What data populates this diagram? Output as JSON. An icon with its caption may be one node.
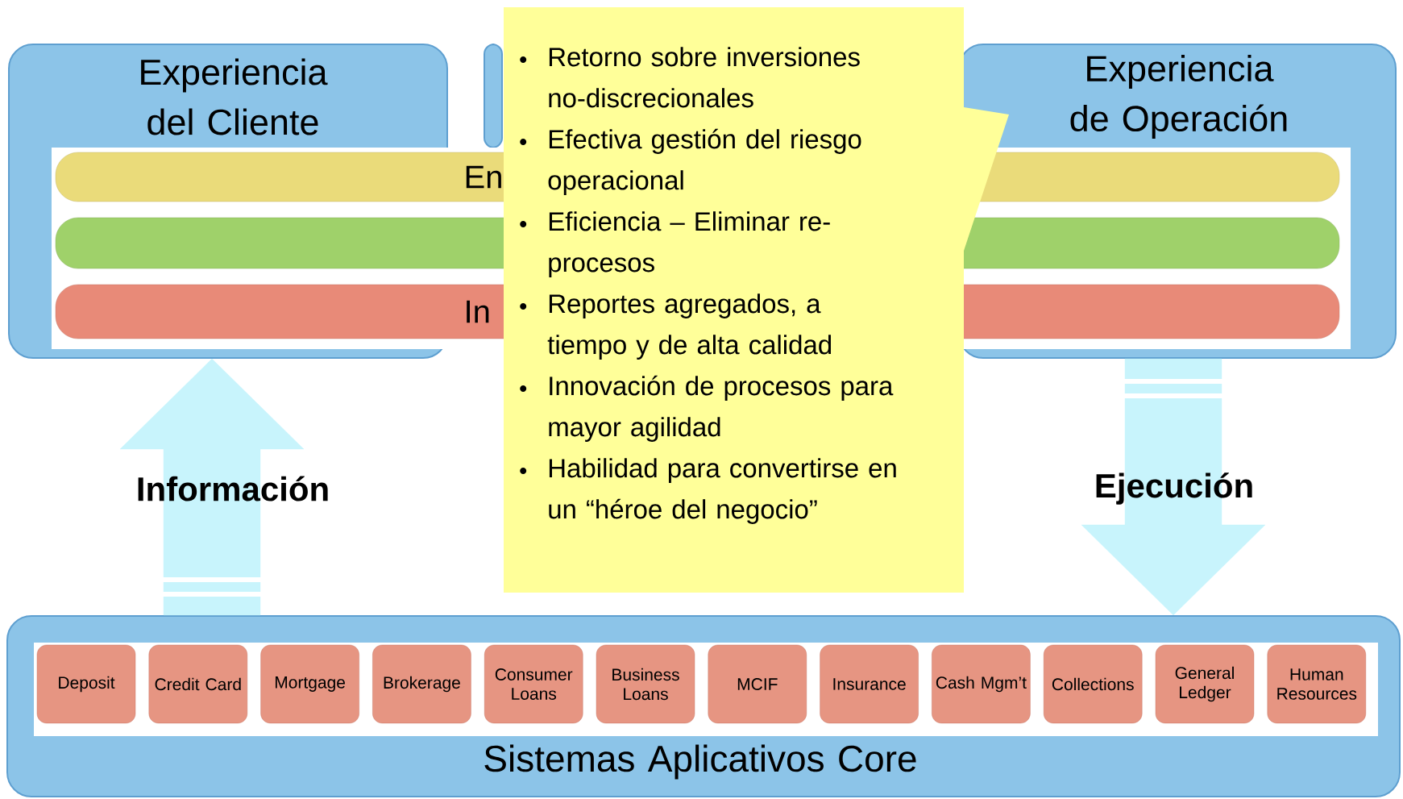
{
  "diagram": {
    "nodes": [
      {
        "text": [
          "Experiencia del Cliente"
        ]
      },
      {
        "text": [],
        "shape": "box"
      },
      {
        "text": [
          "Experiencia de Operación"
        ]
      },
      {
        "text": [
          "En"
        ]
      },
      {
        "text": [],
        "shape": "bar"
      },
      {
        "text": [
          "In"
        ]
      },
      {
        "text": [
          "Retorno sobre inversiones no-discrecionales",
          "Efectiva gestión del riesgo operacional",
          "Eficiencia – Eliminar re-procesos",
          "Reportes agregados, a tiempo y de alta calidad",
          "Innovación de procesos para mayor agilidad",
          "Habilidad para convertirse en un “héroe del negocio”"
        ]
      },
      {
        "text": [
          "Sistemas Aplicativos Core"
        ]
      },
      {
        "text": [
          "Deposit"
        ],
        "in": 7
      },
      {
        "text": [
          "Credit Card"
        ],
        "in": 7
      },
      {
        "text": [
          "Mortgage"
        ],
        "in": 7
      },
      {
        "text": [
          "Brokerage"
        ],
        "in": 7
      },
      {
        "text": [
          "Consumer Loans"
        ],
        "in": 7
      },
      {
        "text": [
          "Business Loans"
        ],
        "in": 7
      },
      {
        "text": [
          "MCIF"
        ],
        "in": 7
      },
      {
        "text": [
          "Insurance"
        ],
        "in": 7
      },
      {
        "text": [
          "Cash Mgm’t"
        ],
        "in": 7
      },
      {
        "text": [
          "Collections"
        ],
        "in": 7
      },
      {
        "text": [
          "General Ledger"
        ],
        "in": 7
      },
      {
        "text": [
          "Human Resources"
        ],
        "in": 7
      },
      {
        "text": [],
        "shape": "bar",
        "in": 2
      },
      {
        "text": [],
        "shape": "bar",
        "in": 2
      },
      {
        "text": [],
        "shape": "bar",
        "in": 2
      }
    ],
    "edges": [
      {
        "from": 7,
        "to": 0,
        "arrow": "to",
        "label": "Información"
      },
      {
        "from": 2,
        "to": 7,
        "arrow": "to",
        "label": "Ejecución"
      }
    ]
  }
}
